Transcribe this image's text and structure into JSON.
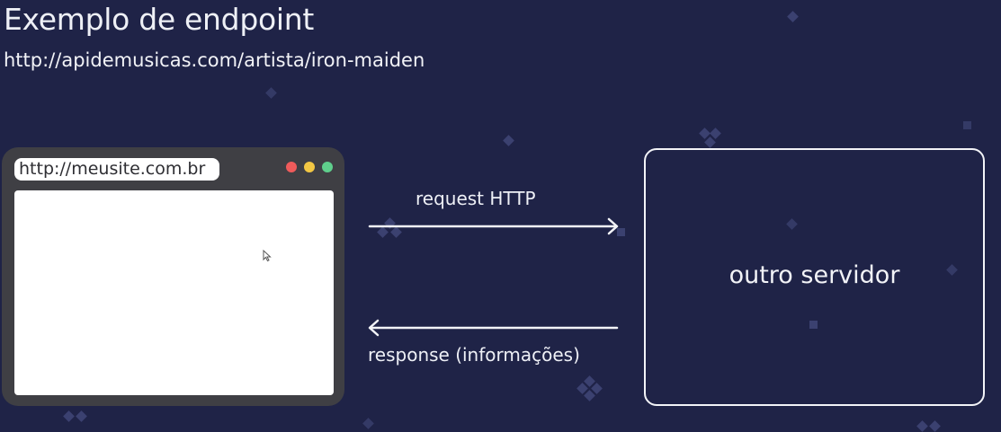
{
  "title": "Exemplo de endpoint",
  "subtitle": "http://apidemusicas.com/artista/iron-maiden",
  "browser": {
    "address": "http://meusite.com.br",
    "window_dots": [
      "red",
      "yellow",
      "green"
    ]
  },
  "request_label": "request HTTP",
  "response_label": "response (informações)",
  "server_label": "outro servidor",
  "colors": {
    "background": "#1f2347",
    "text": "#f2f3f7",
    "browser_frame": "#3f3f44",
    "dot_red": "#ef5b5b",
    "dot_yellow": "#f2c744",
    "dot_green": "#5fcf8c",
    "decoration": "#3b4170"
  }
}
